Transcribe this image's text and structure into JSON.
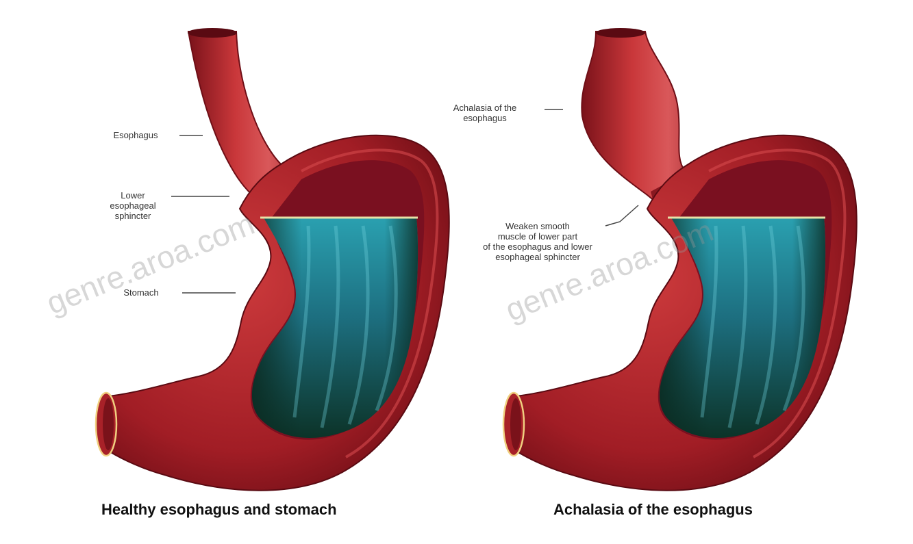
{
  "colors": {
    "tissue": "#b0222a",
    "tissue_dark": "#6e0e16",
    "tissue_light": "#d9585a",
    "lining_top": "#7a1020",
    "fluid_teal": "#1f7f91",
    "fluid_dark": "#0d3a2c",
    "surface_line": "#e7e2a8",
    "leader_line": "#444444",
    "watermark": "#969696"
  },
  "watermark_text": "genre.aroa.com",
  "healthy": {
    "caption": "Healthy esophagus and stomach",
    "labels": {
      "esophagus": "Esophagus",
      "les": "Lower\nesophageal\nsphincter",
      "stomach": "Stomach"
    }
  },
  "achalasia": {
    "caption": "Achalasia of the esophagus",
    "labels": {
      "achalasia": "Achalasia of the\nesophagus",
      "weaken": "Weaken smooth\nmuscle of lower part\nof the esophagus and lower\nesophageal sphincter"
    }
  }
}
